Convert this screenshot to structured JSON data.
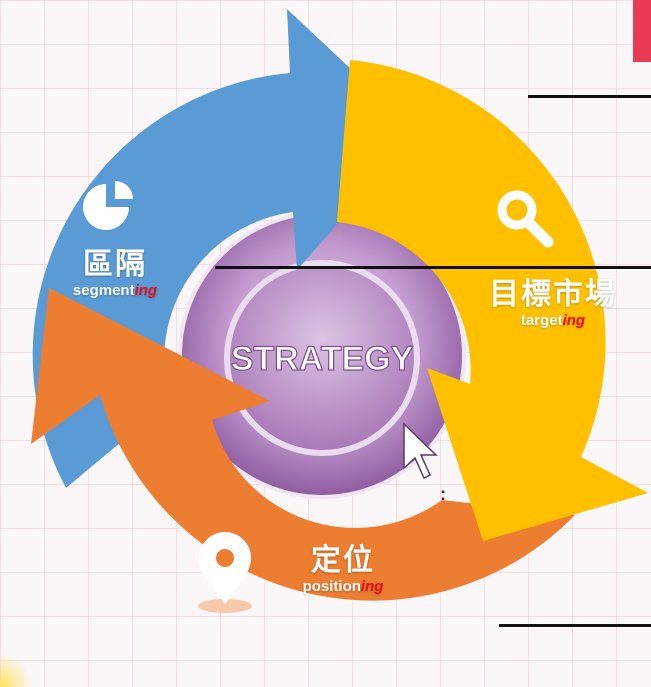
{
  "center": {
    "label": "STRATEGY"
  },
  "segments": {
    "segmenting": {
      "zh": "區隔",
      "en_base": "segment",
      "en_suffix": "ing",
      "color": "#5b9bd5",
      "icon": "pie-chart-icon"
    },
    "targeting": {
      "zh": "目標市場",
      "en_base": "target",
      "en_suffix": "ing",
      "color": "#ffc000",
      "icon": "search-icon"
    },
    "positioning": {
      "zh": "定位",
      "en_base": "position",
      "en_suffix": "ing",
      "color": "#ed7d31",
      "icon": "location-pin-icon"
    }
  },
  "colors": {
    "accent_red": "#e8101d",
    "hub_purple": "#b58bc3",
    "corner_red": "#e93a54"
  }
}
